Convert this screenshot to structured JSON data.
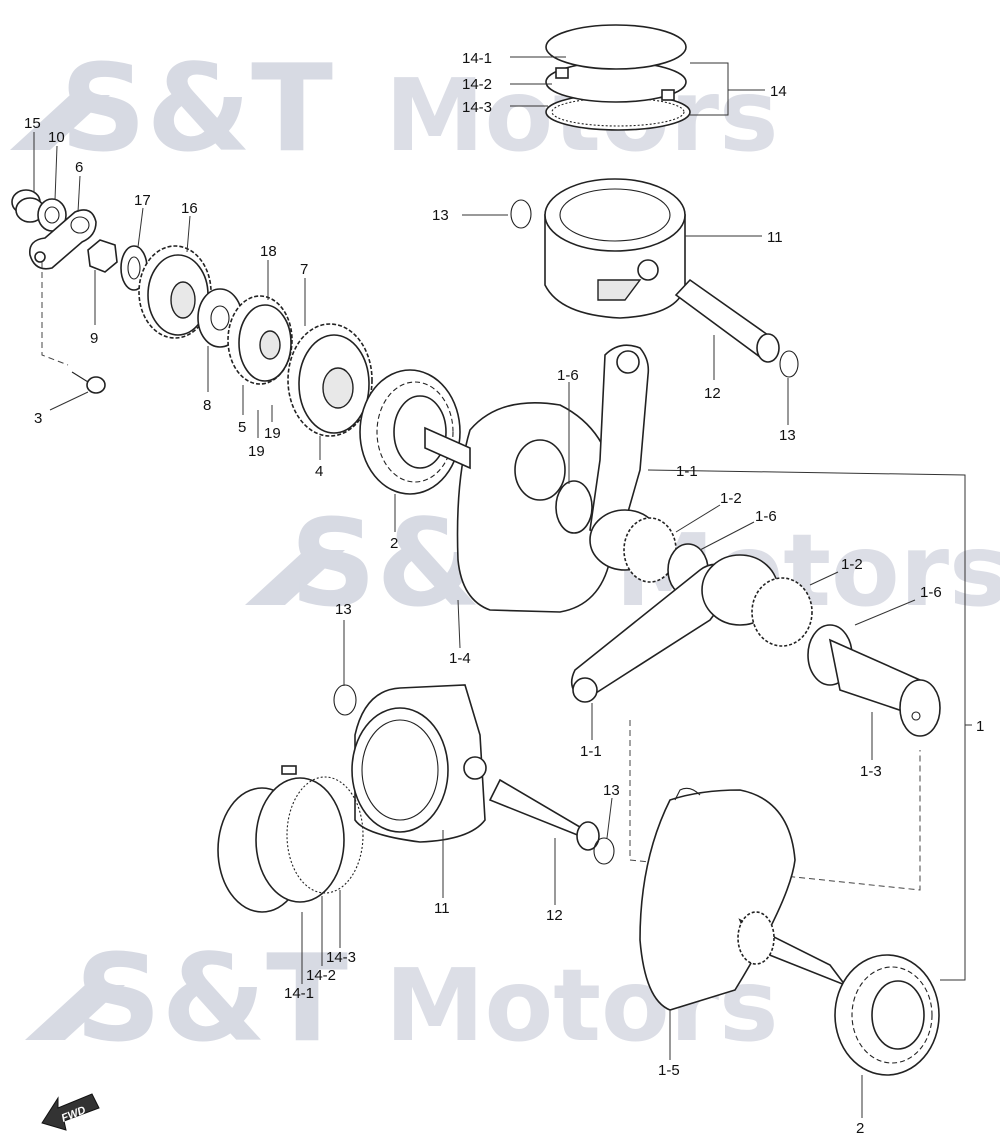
{
  "watermark": {
    "brand": "S&T",
    "name": "Motors"
  },
  "direction_badge": {
    "label": "FWD"
  },
  "callouts": {
    "ring_1_top": "14-1",
    "ring_2_top": "14-2",
    "ring_3_top": "14-3",
    "ring_set_top": "14",
    "circlip_top": "13",
    "piston_top": "11",
    "pin_top": "12",
    "circlip_right": "13",
    "washer_15": "15",
    "washer_10": "10",
    "plate_6": "6",
    "nut_9": "9",
    "screw_3": "3",
    "washer_17": "17",
    "gear_16": "16",
    "washer_8": "8",
    "gear_18": "18",
    "gear_7": "7",
    "gear_5": "5",
    "key_19_a": "19",
    "key_19_b": "19",
    "gear_4": "4",
    "bearing_left": "2",
    "bearing_right": "2",
    "washer_1_6_a": "1-6",
    "rod_1_1_a": "1-1",
    "needle_1_2_a": "1-2",
    "washer_1_6_b": "1-6",
    "needle_1_2_b": "1-2",
    "washer_1_6_c": "1-6",
    "web_1_4": "1-4",
    "rod_1_1_b": "1-1",
    "crankpin_1_3": "1-3",
    "assembly_1": "1",
    "web_1_5": "1-5",
    "circlip_mid": "13",
    "piston_bottom": "11",
    "pin_bottom": "12",
    "circlip_bottom": "13",
    "ring_1_bottom": "14-1",
    "ring_2_bottom": "14-2",
    "ring_3_bottom": "14-3"
  }
}
